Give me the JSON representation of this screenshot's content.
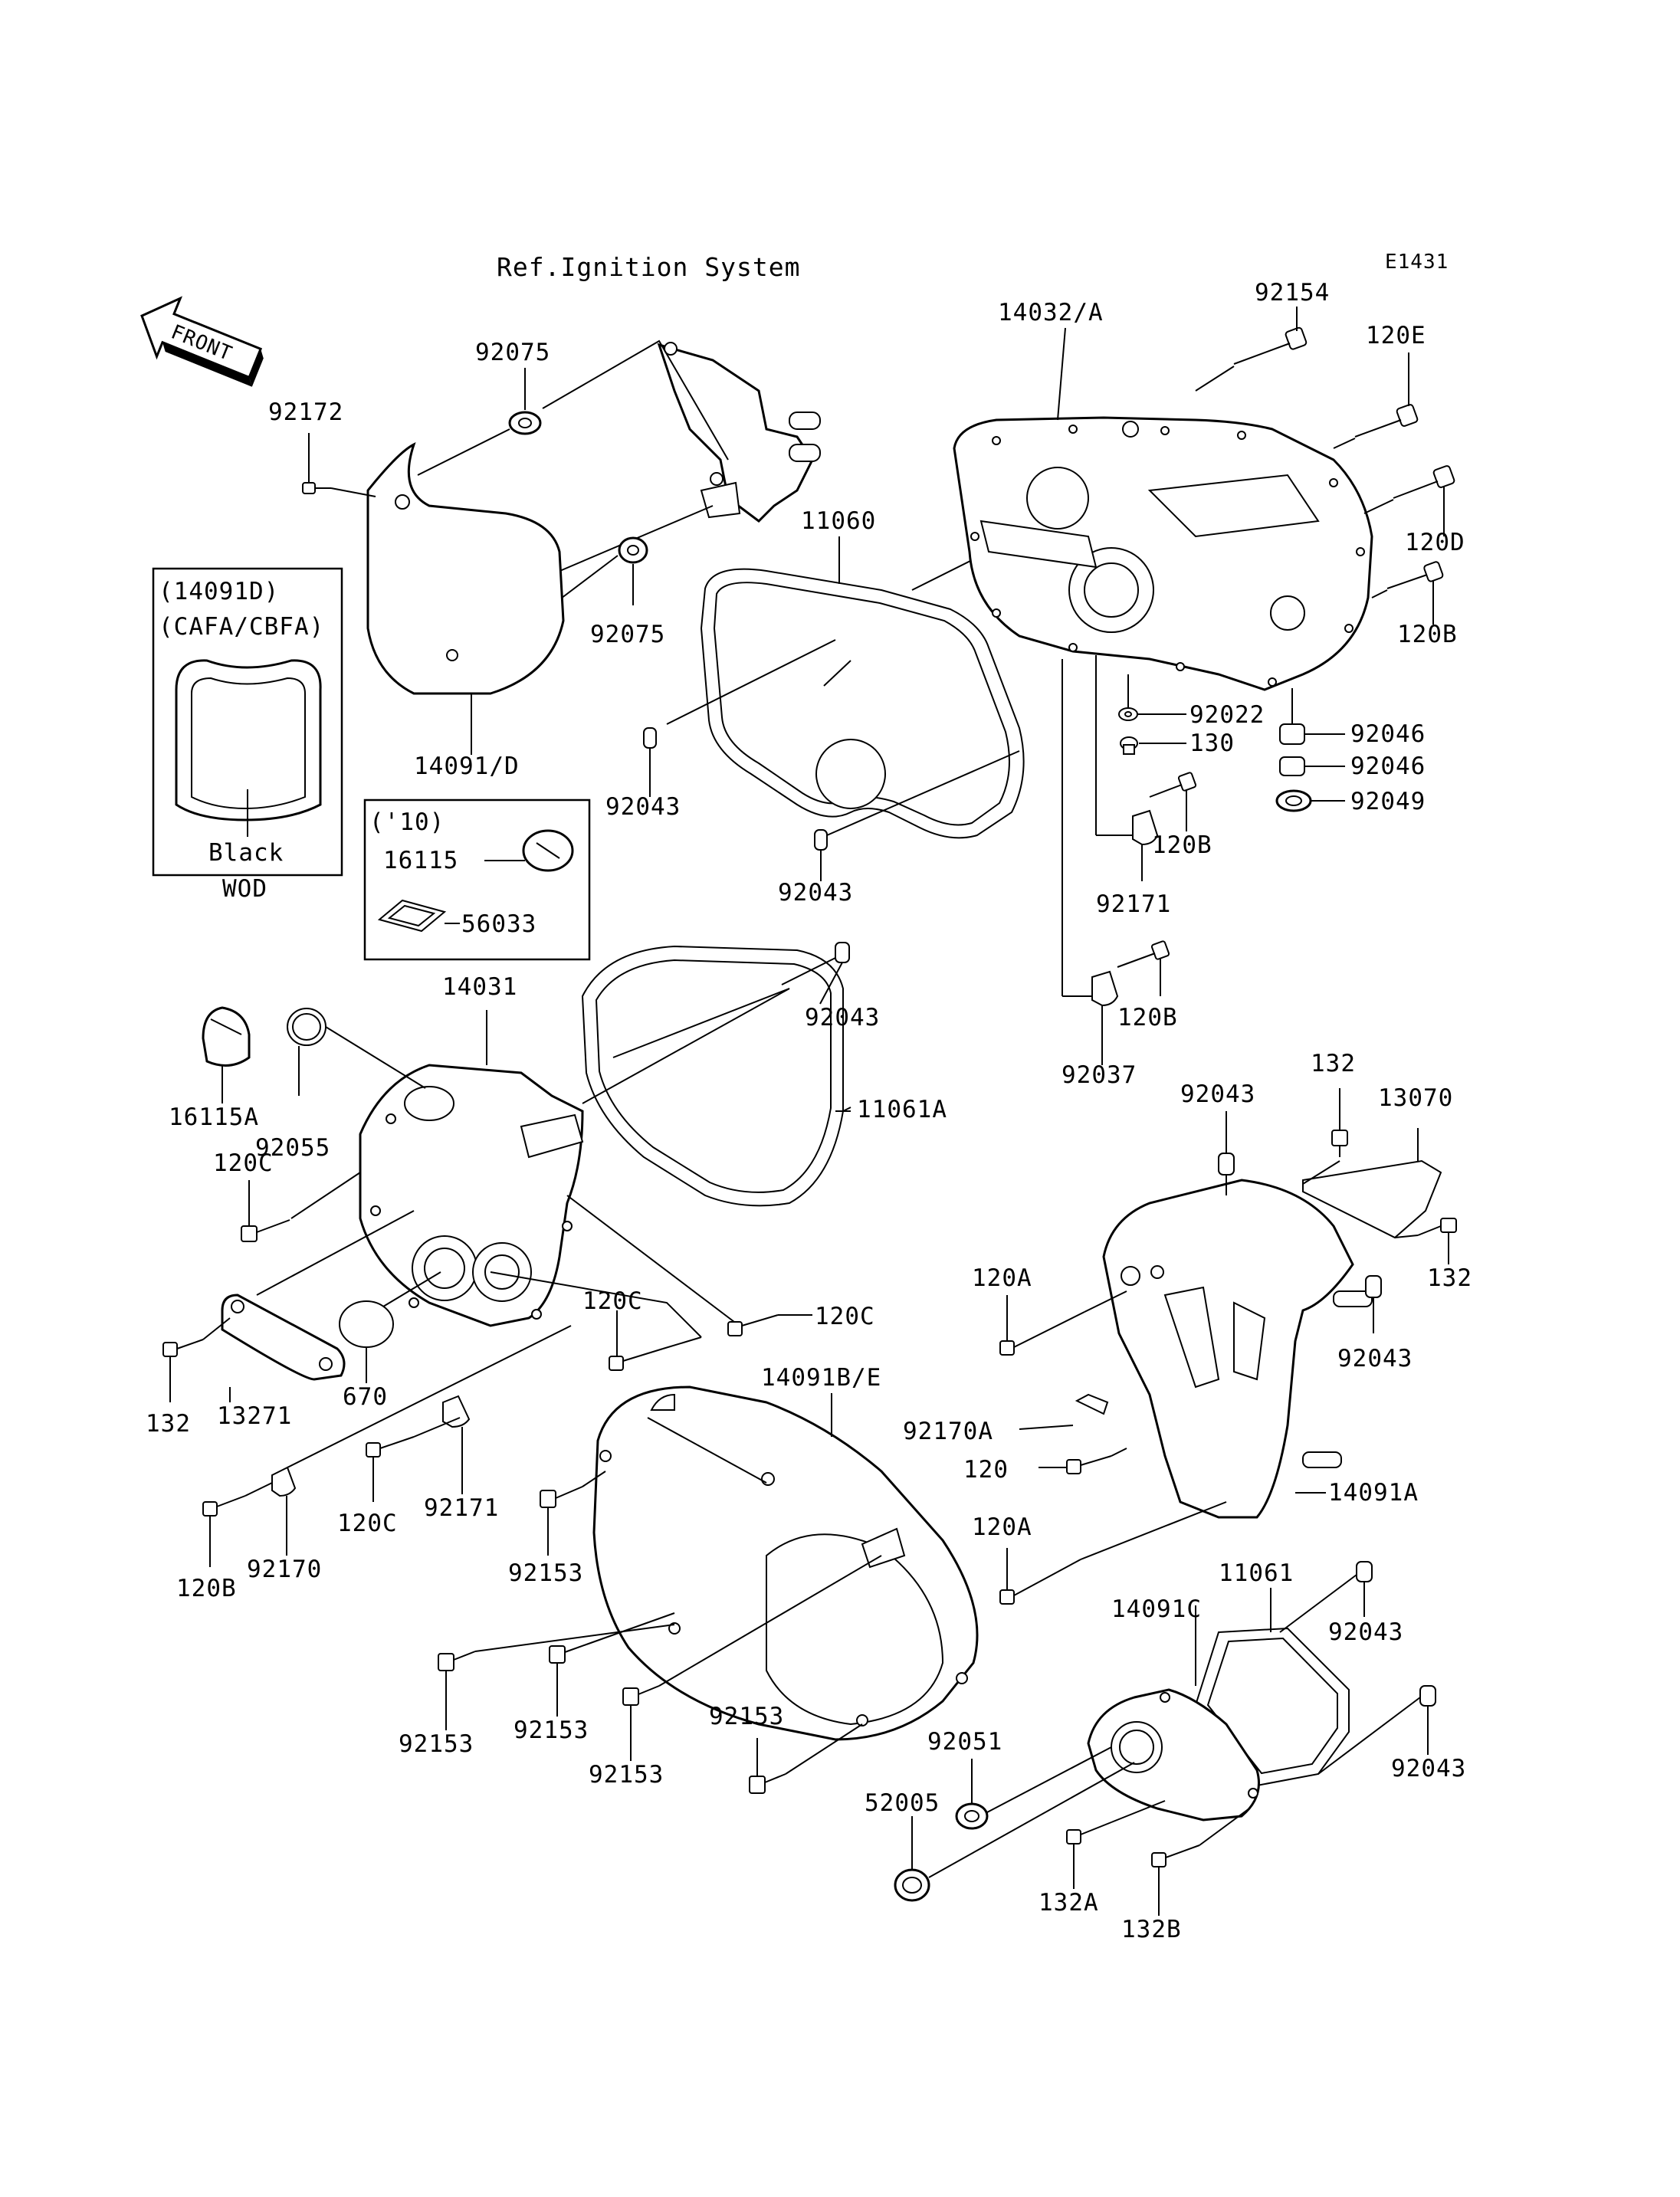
{
  "diagram_id": "E1431",
  "reference_note": "Ref.Ignition System",
  "front_arrow": "FRONT",
  "inset_variant": {
    "part": "(14091D)",
    "models": "(CAFA/CBFA)",
    "color": "Black",
    "color_code": "WOD"
  },
  "inset_year": {
    "year": "('10)",
    "parts": [
      "16115",
      "56033"
    ]
  },
  "labels": {
    "p92154": "92154",
    "p120E": "120E",
    "p14032A": "14032/A",
    "p120D": "120D",
    "p120B_a": "120B",
    "p92075_top": "92075",
    "p92172": "92172",
    "p92075_bot": "92075",
    "p11060": "11060",
    "p14091D": "14091/D",
    "p92022": "92022",
    "p130": "130",
    "p92046_a": "92046",
    "p92046_b": "92046",
    "p92049": "92049",
    "p92043_a": "92043",
    "p92043_b": "92043",
    "p120B_b": "120B",
    "p92171_a": "92171",
    "p14031": "14031",
    "p92043_c": "92043",
    "p120B_c": "120B",
    "p16115A": "16115A",
    "p92055": "92055",
    "p11061A": "11061A",
    "p92037": "92037",
    "p132_a": "132",
    "p92043_d": "92043",
    "p13070": "13070",
    "p120C_a": "120C",
    "p132_b": "132",
    "p120A_a": "120A",
    "p120C_b": "120C",
    "p120C_c": "120C",
    "p92043_e": "92043",
    "p132_c": "132",
    "p13271": "13271",
    "p670": "670",
    "p14091BE": "14091B/E",
    "p92170A": "92170A",
    "p120": "120",
    "p14091A": "14091A",
    "p120C_d": "120C",
    "p92171_b": "92171",
    "p92153_a": "92153",
    "p120B_d": "120B",
    "p92170": "92170",
    "p120A_b": "120A",
    "p11061": "11061",
    "p14091C": "14091C",
    "p92043_f": "92043",
    "p92153_b": "92153",
    "p92153_c": "92153",
    "p92153_d": "92153",
    "p92153_e": "92153",
    "p92051": "92051",
    "p52005": "52005",
    "p92043_g": "92043",
    "p132A": "132A",
    "p132B": "132B"
  }
}
